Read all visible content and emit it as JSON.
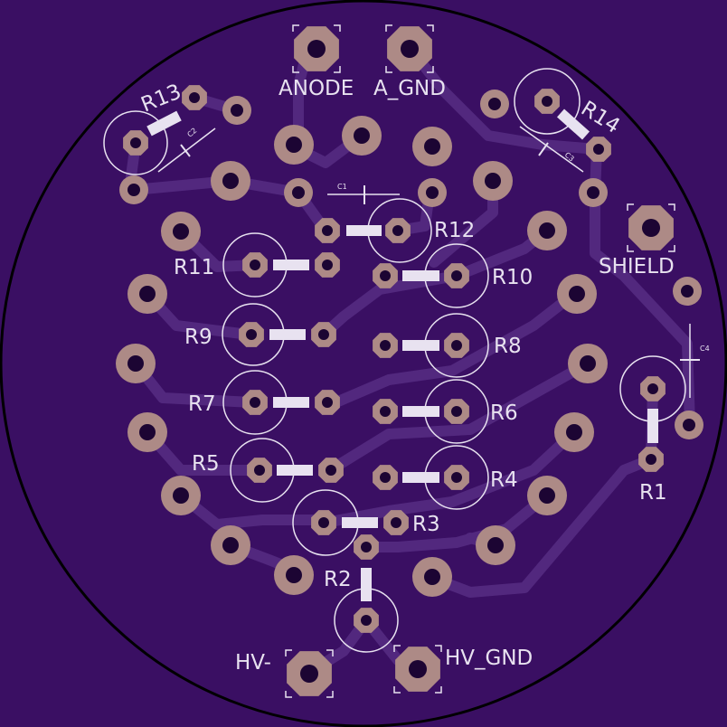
{
  "board": {
    "background": "#3a0f63",
    "trace_color": "#52287e",
    "pad_color": "#ad8a86",
    "silk_color": "#e8e2f0"
  },
  "connectors": [
    {
      "id": "anode",
      "label": "ANODE"
    },
    {
      "id": "a-gnd",
      "label": "A_GND"
    },
    {
      "id": "shield",
      "label": "SHIELD"
    },
    {
      "id": "hv-minus",
      "label": "HV-"
    },
    {
      "id": "hv-gnd",
      "label": "HV_GND"
    }
  ],
  "resistors": [
    {
      "id": "r1",
      "label": "R1"
    },
    {
      "id": "r2",
      "label": "R2"
    },
    {
      "id": "r3",
      "label": "R3"
    },
    {
      "id": "r4",
      "label": "R4"
    },
    {
      "id": "r5",
      "label": "R5"
    },
    {
      "id": "r6",
      "label": "R6"
    },
    {
      "id": "r7",
      "label": "R7"
    },
    {
      "id": "r8",
      "label": "R8"
    },
    {
      "id": "r9",
      "label": "R9"
    },
    {
      "id": "r10",
      "label": "R10"
    },
    {
      "id": "r11",
      "label": "R11"
    },
    {
      "id": "r12",
      "label": "R12"
    },
    {
      "id": "r13",
      "label": "R13"
    },
    {
      "id": "r14",
      "label": "R14"
    }
  ],
  "capacitors": [
    {
      "id": "c1",
      "label": "C1"
    },
    {
      "id": "c2",
      "label": "C2"
    },
    {
      "id": "c3",
      "label": "C3"
    },
    {
      "id": "c4",
      "label": "C4"
    }
  ]
}
